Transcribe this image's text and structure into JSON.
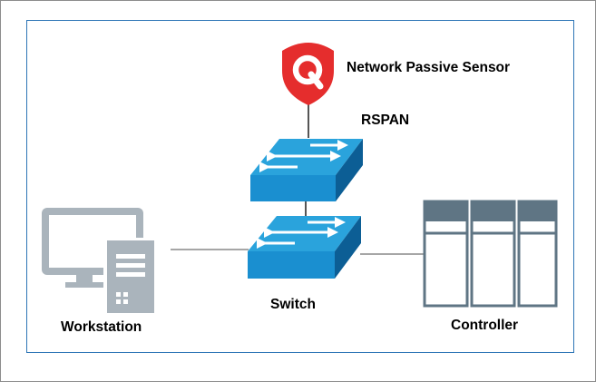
{
  "diagram": {
    "labels": {
      "sensor": "Network Passive Sensor",
      "rspan": "RSPAN",
      "switch": "Switch",
      "workstation": "Workstation",
      "controller": "Controller"
    },
    "nodes": [
      {
        "id": "sensor",
        "icon": "qualys-shield-icon"
      },
      {
        "id": "rspan-switch",
        "icon": "network-switch-icon"
      },
      {
        "id": "switch",
        "icon": "network-switch-icon"
      },
      {
        "id": "workstation",
        "icon": "workstation-icon"
      },
      {
        "id": "controller",
        "icon": "server-rack-icon"
      }
    ],
    "edges": [
      {
        "from": "sensor",
        "to": "rspan-switch"
      },
      {
        "from": "rspan-switch",
        "to": "switch"
      },
      {
        "from": "workstation",
        "to": "switch"
      },
      {
        "from": "switch",
        "to": "controller"
      }
    ],
    "colors": {
      "border_outer": "#8c8c8c",
      "border_inner": "#2e75b6",
      "switch_top": "#2aa3dc",
      "switch_front": "#1a8fd0",
      "switch_side": "#0c5e95",
      "sensor_red": "#e52d2d",
      "workstation_gray": "#aab4bc",
      "controller_slate": "#5f7584",
      "connector": "#a6a6a6"
    }
  }
}
